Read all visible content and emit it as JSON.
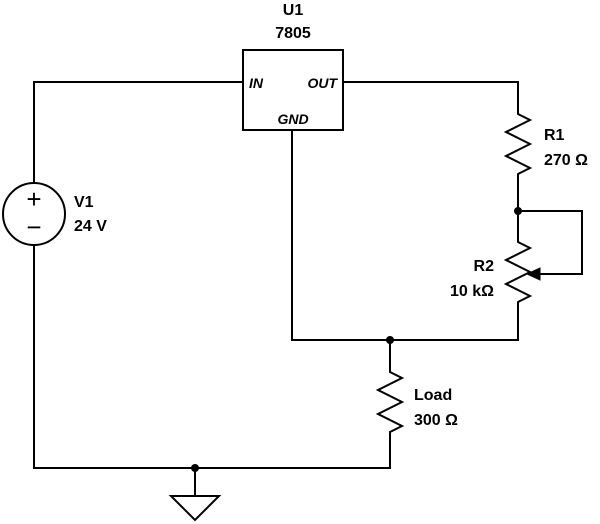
{
  "regulator": {
    "ref": "U1",
    "part": "7805",
    "pin_in": "IN",
    "pin_out": "OUT",
    "pin_gnd": "GND"
  },
  "source": {
    "ref": "V1",
    "value": "24 V",
    "plus": "+",
    "minus": "−"
  },
  "r1": {
    "ref": "R1",
    "value": "270 Ω"
  },
  "r2": {
    "ref": "R2",
    "value": "10 kΩ"
  },
  "load": {
    "ref": "Load",
    "value": "300 Ω"
  }
}
